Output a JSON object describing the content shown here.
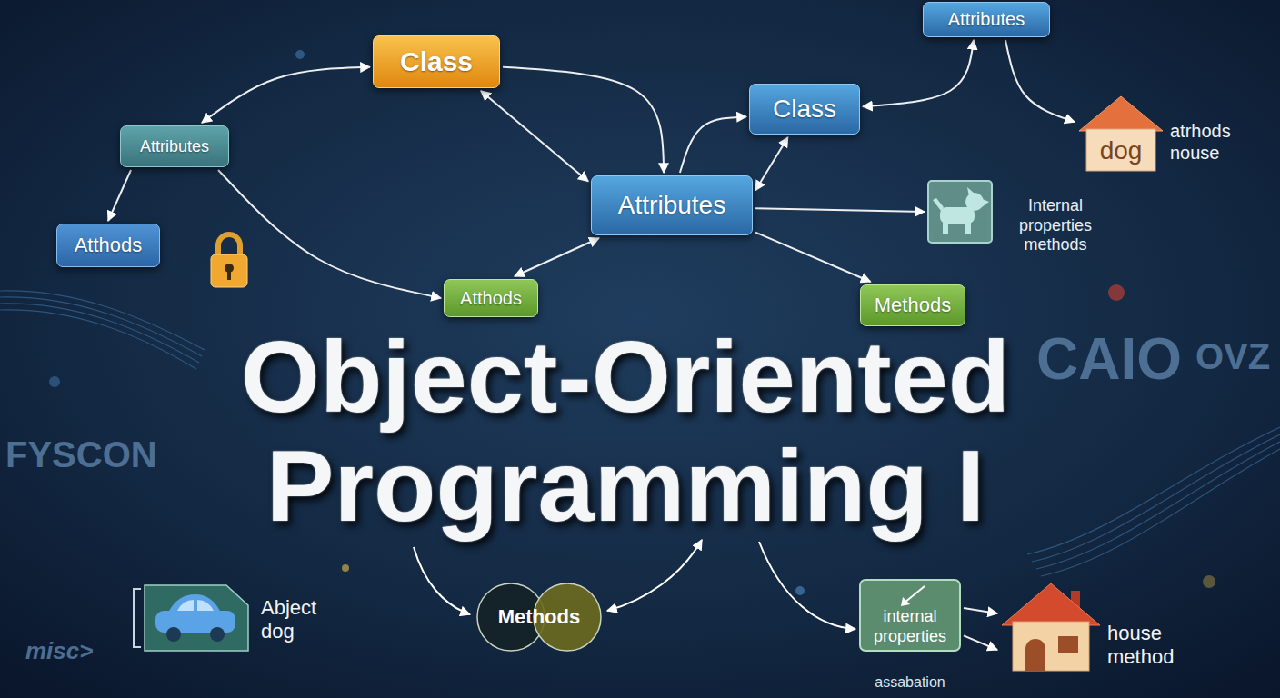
{
  "diagram": {
    "title": "Object-Oriented Programming I",
    "nodes": [
      {
        "text": [
          "Class"
        ]
      },
      {
        "text": [
          "Attributes"
        ]
      },
      {
        "text": [
          "Attributes"
        ]
      },
      {
        "text": [
          "Class"
        ]
      },
      {
        "text": [
          "dog",
          "atrhods nouse"
        ]
      },
      {
        "text": [
          "Attributes"
        ]
      },
      {
        "text": [
          "Atthods"
        ]
      },
      {
        "text": [
          "Internal properties methods"
        ]
      },
      {
        "text": [
          "Atthods"
        ]
      },
      {
        "text": [
          "Methods"
        ]
      },
      {
        "text": [
          "Methods"
        ]
      },
      {
        "text": [
          "Abject dog"
        ]
      },
      {
        "text": [
          "internal properties",
          "assabation"
        ]
      },
      {
        "text": [
          "house method"
        ]
      }
    ],
    "edges": [
      {
        "from": 0,
        "to": 2,
        "arrow": "both"
      },
      {
        "from": 0,
        "to": 5,
        "arrow": "both"
      },
      {
        "from": 0,
        "to": 5,
        "arrow": "to"
      },
      {
        "from": 5,
        "to": 3,
        "arrow": "to"
      },
      {
        "from": 3,
        "to": 5,
        "arrow": "both"
      },
      {
        "from": 3,
        "to": 1,
        "arrow": "both"
      },
      {
        "from": 1,
        "to": 4,
        "arrow": "to"
      },
      {
        "from": 2,
        "to": 6,
        "arrow": "to"
      },
      {
        "from": 2,
        "to": 8,
        "arrow": "to"
      },
      {
        "from": 5,
        "to": 8,
        "arrow": "both"
      },
      {
        "from": 5,
        "to": 7,
        "arrow": "to"
      },
      {
        "from": 5,
        "to": 9,
        "arrow": "to"
      },
      {
        "from": 12,
        "to": 13,
        "arrow": "to"
      },
      {
        "from": 12,
        "to": 13,
        "arrow": "to"
      }
    ],
    "labels": [
      "CAIO",
      "OVZ",
      "FYSCON",
      "misc>"
    ]
  }
}
